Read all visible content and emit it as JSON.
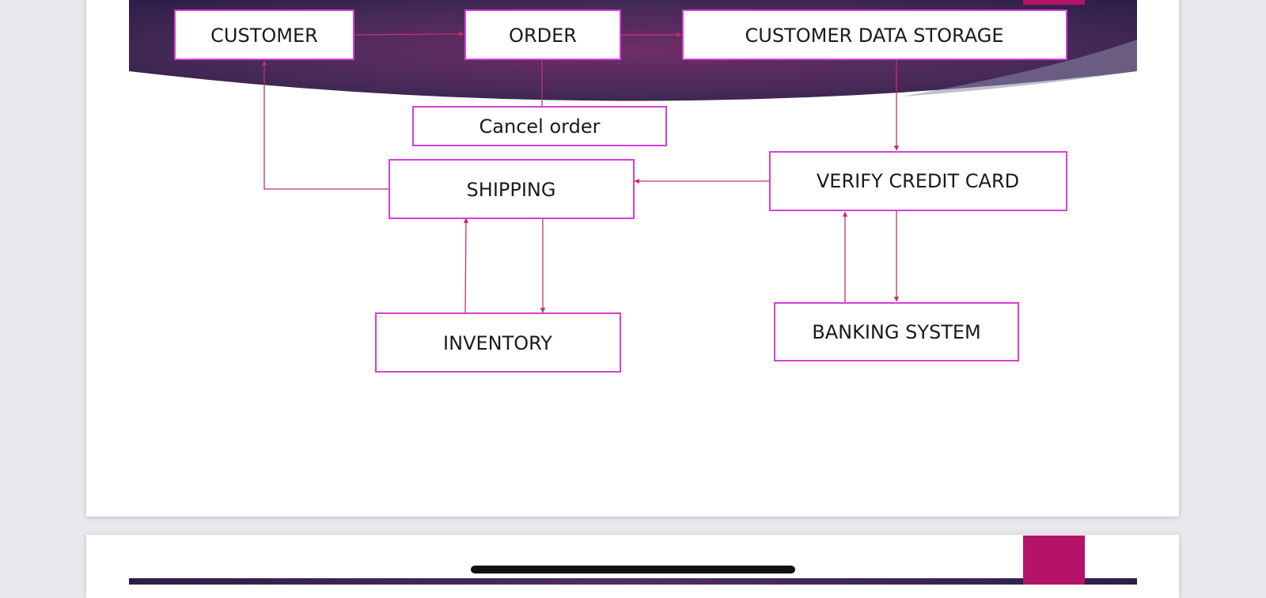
{
  "diagram": {
    "nodes": {
      "customer": "CUSTOMER",
      "order": "ORDER",
      "customer_data_storage": "CUSTOMER DATA STORAGE",
      "cancel_order": "Cancel order",
      "shipping": "SHIPPING",
      "verify_credit_card": "VERIFY CREDIT CARD",
      "inventory": "INVENTORY",
      "banking_system": "BANKING SYSTEM"
    },
    "edges": [
      {
        "from": "customer",
        "to": "order"
      },
      {
        "from": "order",
        "to": "customer_data_storage"
      },
      {
        "from": "order",
        "to": "cancel_order"
      },
      {
        "from": "customer_data_storage",
        "to": "verify_credit_card"
      },
      {
        "from": "verify_credit_card",
        "to": "shipping"
      },
      {
        "from": "shipping",
        "to": "customer"
      },
      {
        "from": "shipping",
        "to": "inventory"
      },
      {
        "from": "inventory",
        "to": "shipping"
      },
      {
        "from": "verify_credit_card",
        "to": "banking_system"
      },
      {
        "from": "banking_system",
        "to": "verify_credit_card"
      }
    ]
  },
  "colors": {
    "node_border": "#d63fd9",
    "connector": "#c2306f",
    "header_dark": "#2b1d47",
    "header_mid": "#6a2c66",
    "accent": "#b5136a"
  }
}
